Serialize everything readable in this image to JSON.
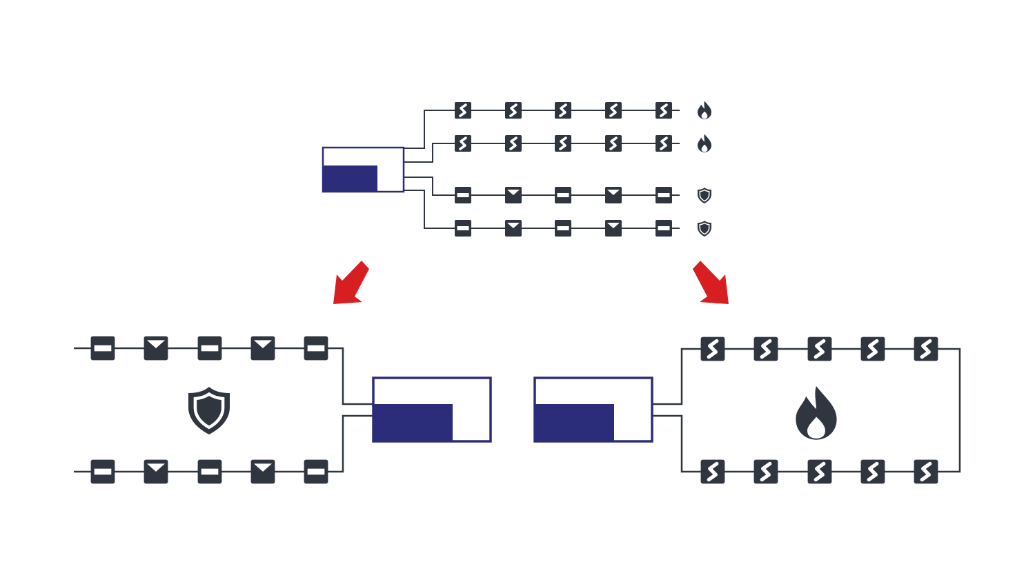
{
  "colors": {
    "line": "#2f3640",
    "device": "#2f3640",
    "panel_border": "#2b2d7a",
    "panel_fill": "#2b2d7a",
    "arrow": "#d71f22",
    "background": "#ffffff"
  },
  "overview": {
    "panel": {
      "name": "control-panel"
    },
    "loops": [
      {
        "kind": "fire",
        "devices": [
          "heat-detector-icon",
          "heat-detector-icon",
          "heat-detector-icon",
          "heat-detector-icon",
          "heat-detector-icon"
        ],
        "end_icon": "flame-icon"
      },
      {
        "kind": "fire",
        "devices": [
          "heat-detector-icon",
          "heat-detector-icon",
          "heat-detector-icon",
          "heat-detector-icon",
          "heat-detector-icon"
        ],
        "end_icon": "flame-icon"
      },
      {
        "kind": "security",
        "devices": [
          "sensor-icon",
          "envelope-icon",
          "sensor-icon",
          "envelope-icon",
          "sensor-icon"
        ],
        "end_icon": "shield-icon"
      },
      {
        "kind": "security",
        "devices": [
          "sensor-icon",
          "envelope-icon",
          "sensor-icon",
          "envelope-icon",
          "sensor-icon"
        ],
        "end_icon": "shield-icon"
      }
    ]
  },
  "split_arrows": [
    "arrow-down-left-icon",
    "arrow-down-right-icon"
  ],
  "security_system": {
    "center_icon": "shield-icon",
    "top_loop": [
      "sensor-icon",
      "envelope-icon",
      "sensor-icon",
      "envelope-icon",
      "sensor-icon"
    ],
    "bottom_loop": [
      "sensor-icon",
      "envelope-icon",
      "sensor-icon",
      "envelope-icon",
      "sensor-icon"
    ]
  },
  "fire_system": {
    "center_icon": "flame-icon",
    "top_loop": [
      "heat-detector-icon",
      "heat-detector-icon",
      "heat-detector-icon",
      "heat-detector-icon",
      "heat-detector-icon"
    ],
    "bottom_loop": [
      "heat-detector-icon",
      "heat-detector-icon",
      "heat-detector-icon",
      "heat-detector-icon",
      "heat-detector-icon"
    ]
  }
}
